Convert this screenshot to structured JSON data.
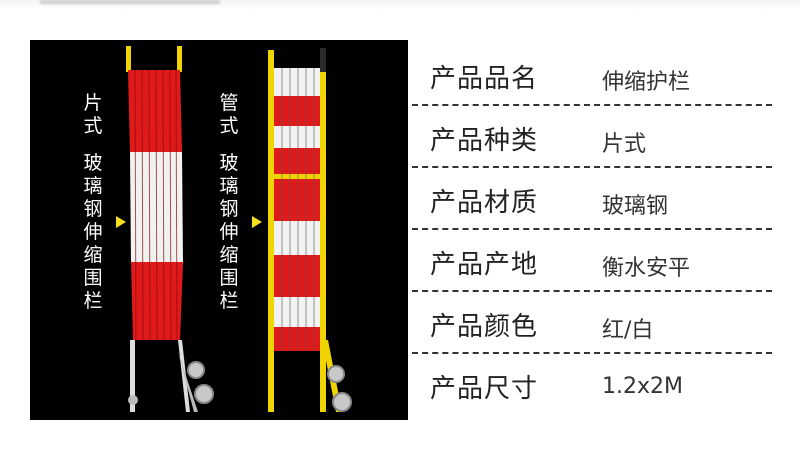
{
  "photo": {
    "left_label_line1": "片式",
    "left_label_line2": "玻璃钢伸缩围栏",
    "right_label_line1": "管式",
    "right_label_line2": "玻璃钢伸缩围栏",
    "colors": {
      "red": "#e01a1a",
      "white": "#f2f2f2",
      "yellow": "#f0d400",
      "background": "#000000"
    }
  },
  "specs": [
    {
      "key": "产品品名",
      "value": "伸缩护栏"
    },
    {
      "key": "产品种类",
      "value": "片式"
    },
    {
      "key": "产品材质",
      "value": "玻璃钢"
    },
    {
      "key": "产品产地",
      "value": "衡水安平"
    },
    {
      "key": "产品颜色",
      "value": "红/白"
    },
    {
      "key": "产品尺寸",
      "value": "1.2x2M"
    }
  ]
}
